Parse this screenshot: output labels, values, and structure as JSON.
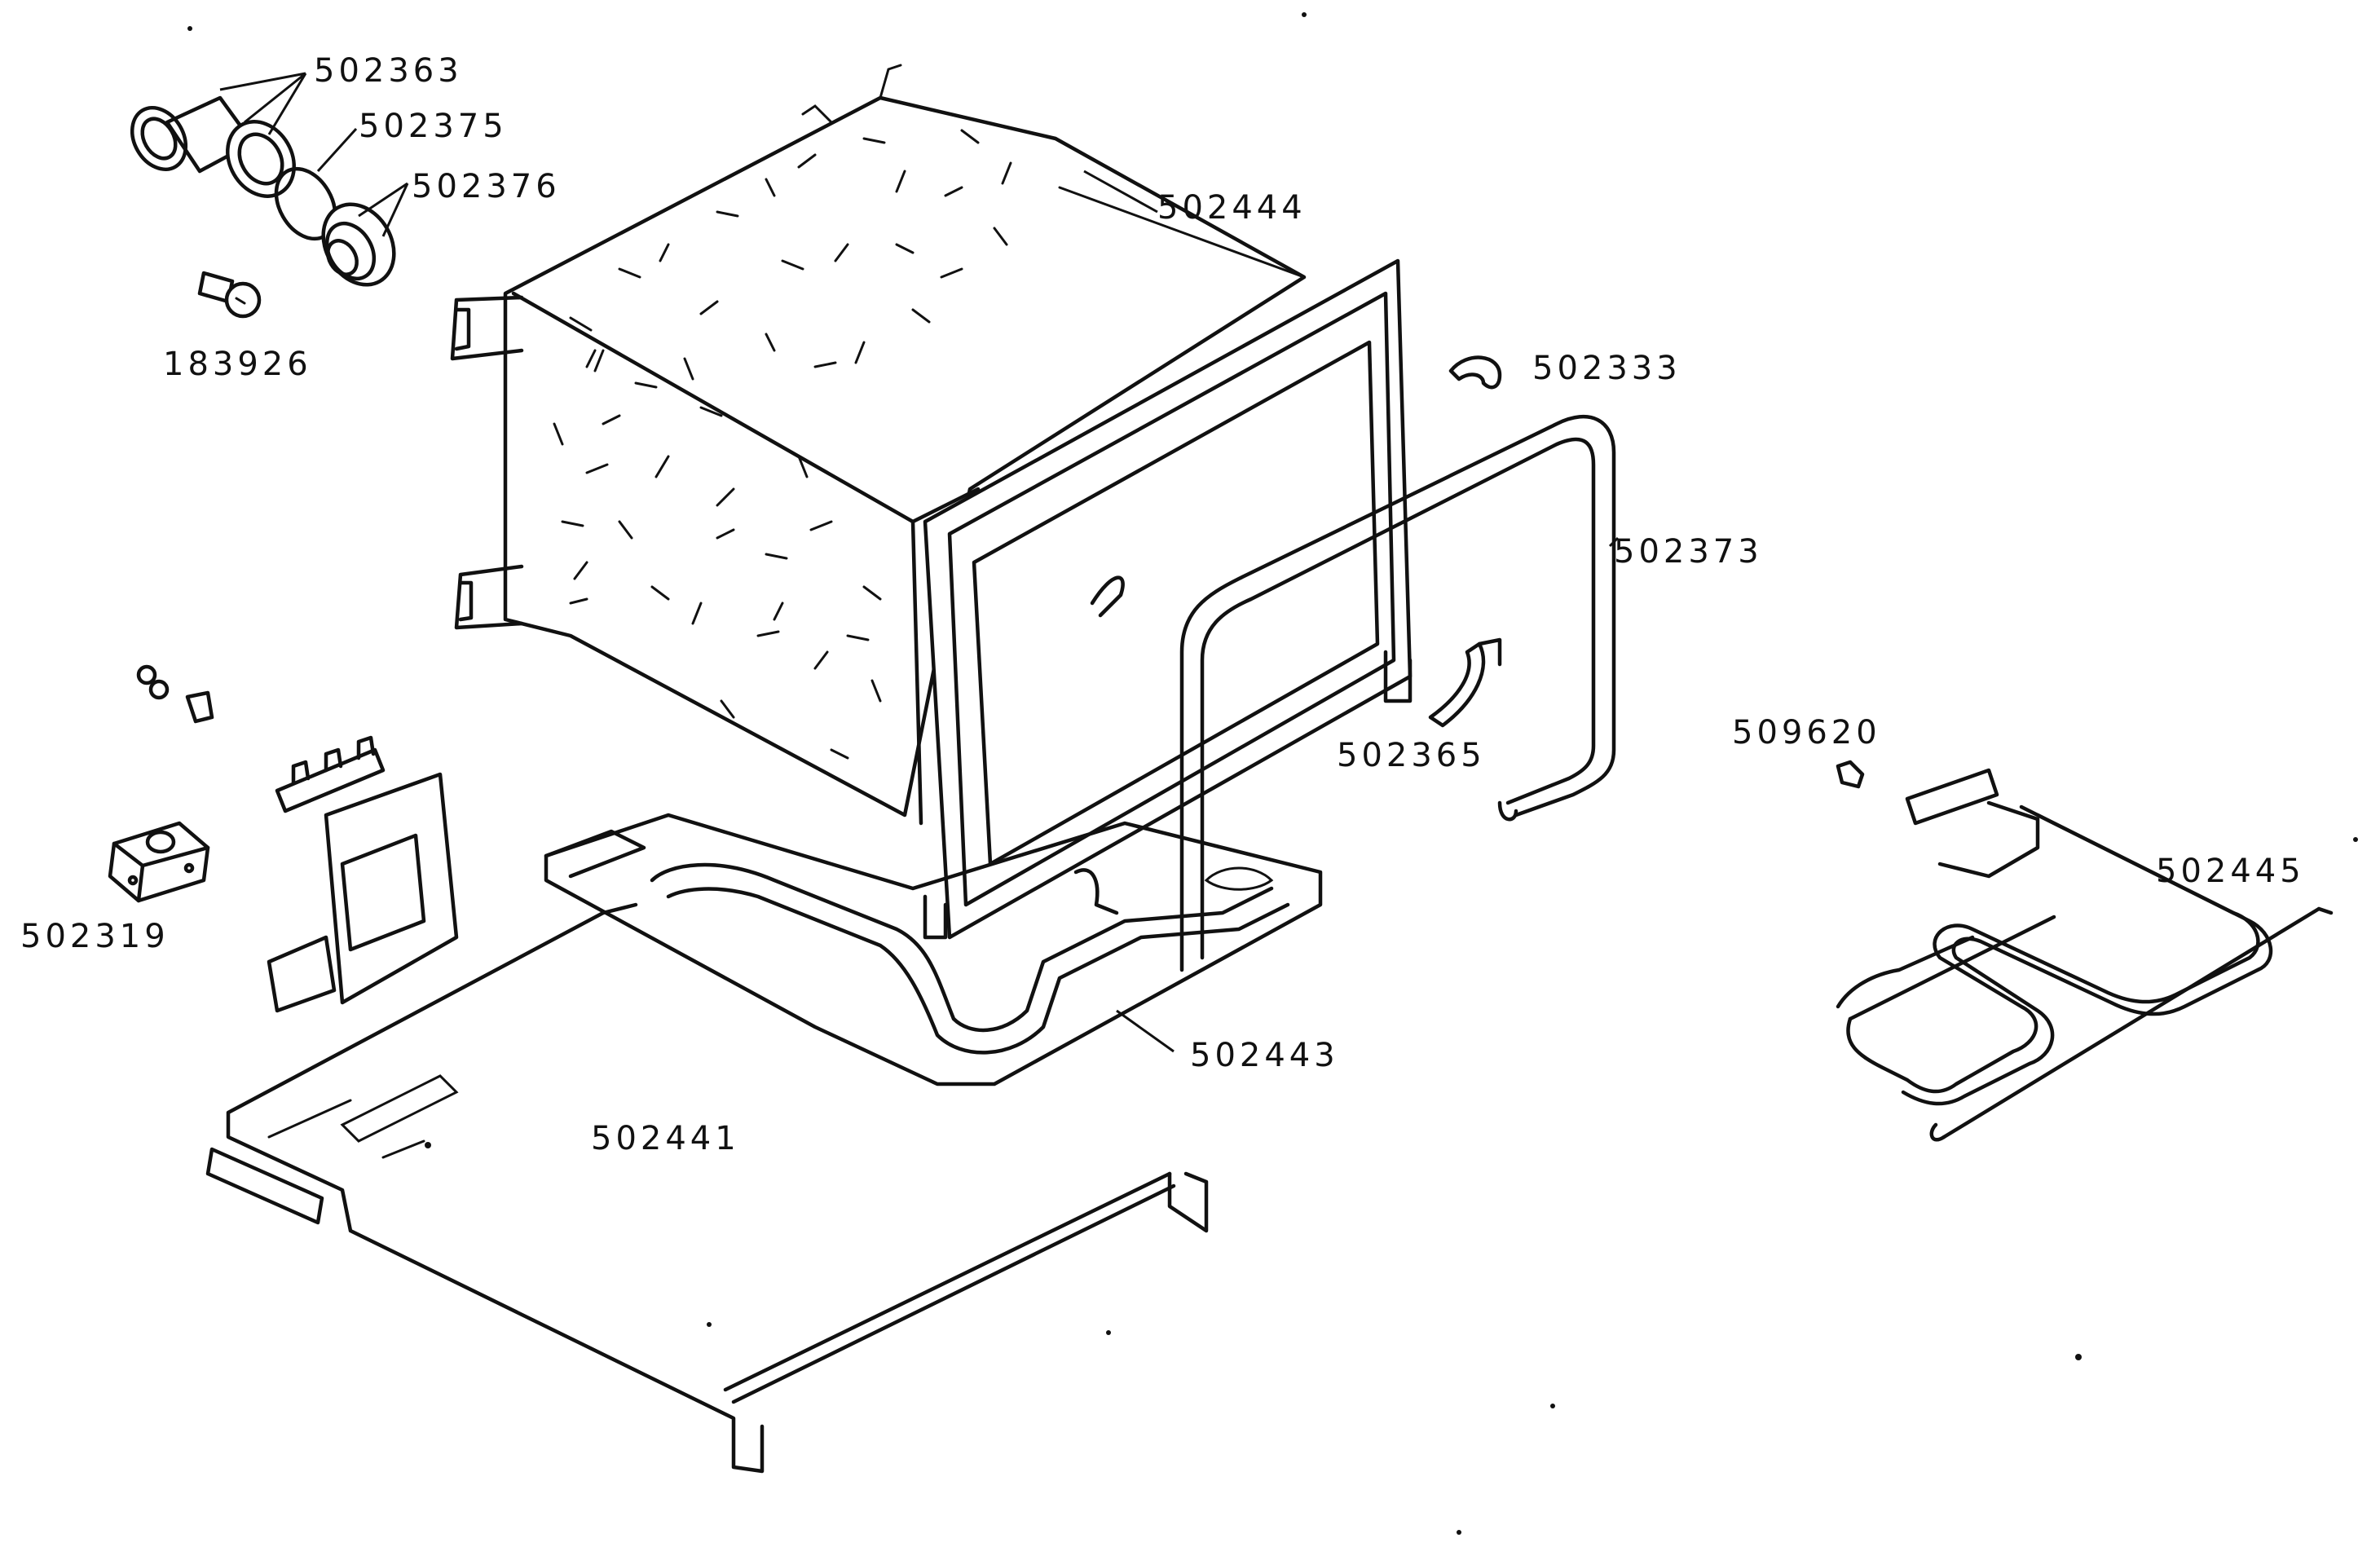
{
  "diagram": {
    "labels": {
      "p502363": "502363",
      "p502375": "502375",
      "p502376": "502376",
      "p183926": "183926",
      "p502444": "502444",
      "p502333": "502333",
      "p502373": "502373",
      "p502365": "502365",
      "p509620": "509620",
      "p502445": "502445",
      "p502319": "502319",
      "p502443": "502443",
      "p502441": "502441"
    }
  }
}
